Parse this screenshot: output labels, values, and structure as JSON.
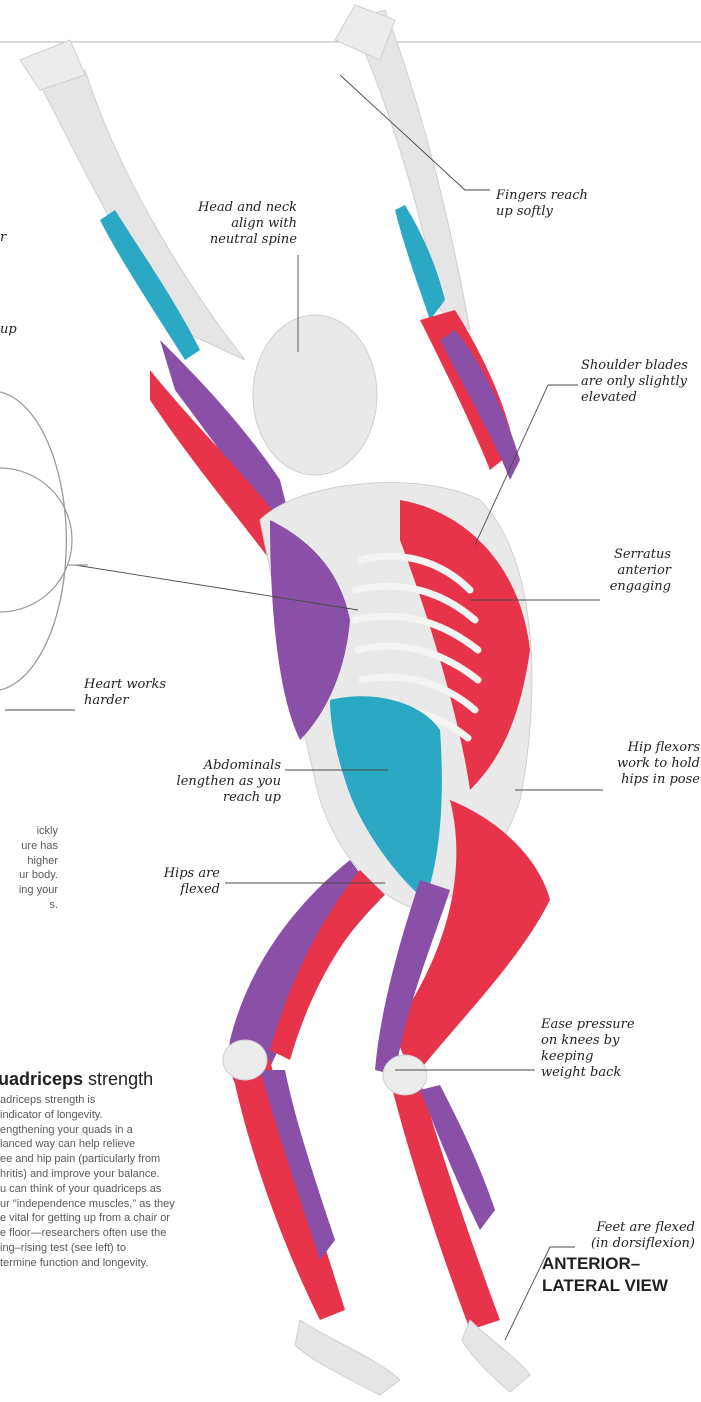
{
  "callouts": {
    "fingers": "Fingers reach\nup softly",
    "head_neck": "Head and neck\nalign with\nneutral spine",
    "shoulder_blades": "Shoulder blades\nare only slightly\nelevated",
    "serratus": "Serratus\nanterior\nengaging",
    "heart": "Heart works\nharder",
    "abdominals": "Abdominals\nlengthen as you\nreach up",
    "hip_flexors": "Hip flexors\nwork to hold\nhips in pose",
    "hips": "Hips are\nflexed",
    "knees": "Ease pressure\non knees by\nkeeping\nweight back",
    "feet": "Feet are flexed\n(in dorsiflexion)"
  },
  "left_fragment_top": "up",
  "left_fragment_tick": "r",
  "side_paragraph": "ickly\nure has\nhigher\nur body.\ning your\ns.",
  "quadriceps": {
    "title_bold": "uadriceps",
    "title_rest": " strength",
    "body": "adriceps strength is\nindicator of longevity.\nengthening your quads in a\nlanced way can help relieve\nee and hip pain (particularly from\nhritis) and improve your balance.\nu can think of your quadriceps as\nur \"independence muscles,\" as they\ne vital for getting up from a chair or\ne floor—researchers often use the\ning–rising test (see left) to\ntermine function and longevity."
  },
  "view_label": "ANTERIOR–\nLATERAL VIEW",
  "colors": {
    "muscle_red": "#e8344a",
    "muscle_purple": "#8a4fa6",
    "muscle_teal": "#2aa8c4",
    "skin": "#e9e9ea",
    "bone": "#f4f4f2"
  }
}
